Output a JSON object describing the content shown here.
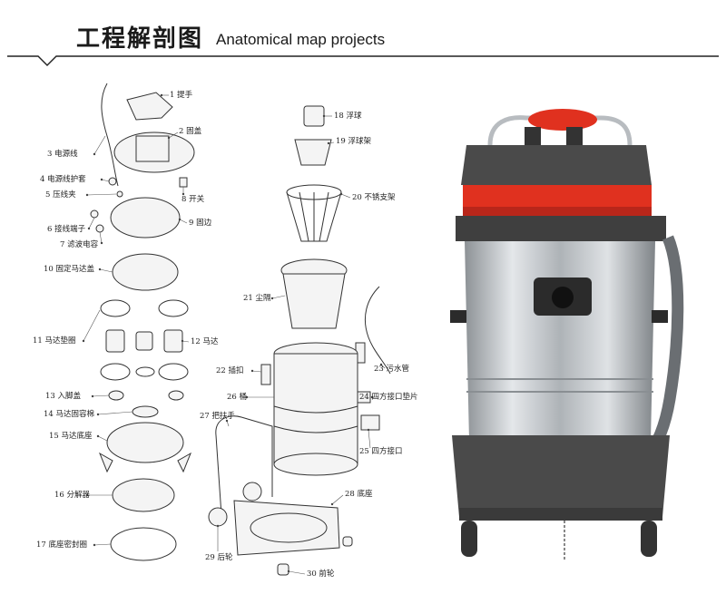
{
  "header": {
    "title_zh": "工程解剖图",
    "title_en": "Anatomical map projects"
  },
  "parts": [
    {
      "id": "p1",
      "label": "1 提手"
    },
    {
      "id": "p2",
      "label": "2 固盖"
    },
    {
      "id": "p3",
      "label": "3 电源线"
    },
    {
      "id": "p4",
      "label": "4 电源线护套"
    },
    {
      "id": "p5",
      "label": "5 压线夹"
    },
    {
      "id": "p6",
      "label": "6 接线端子"
    },
    {
      "id": "p7",
      "label": "7 滤波电容"
    },
    {
      "id": "p8",
      "label": "8 开关"
    },
    {
      "id": "p9",
      "label": "9 固边"
    },
    {
      "id": "p10",
      "label": "10 固定马达盖"
    },
    {
      "id": "p11",
      "label": "11 马达垫圈"
    },
    {
      "id": "p12",
      "label": "12 马达"
    },
    {
      "id": "p13",
      "label": "13 入脚盖"
    },
    {
      "id": "p14",
      "label": "14 马达固容棉"
    },
    {
      "id": "p15",
      "label": "15 马达底座"
    },
    {
      "id": "p16",
      "label": "16 分解器"
    },
    {
      "id": "p17",
      "label": "17 底座密封圈"
    },
    {
      "id": "p18",
      "label": "18 浮球"
    },
    {
      "id": "p19",
      "label": "19 浮球架"
    },
    {
      "id": "p20",
      "label": "20 不锈支架"
    },
    {
      "id": "p21",
      "label": "21 尘隔"
    },
    {
      "id": "p22",
      "label": "22 插扣"
    },
    {
      "id": "p23",
      "label": "23 污水管"
    },
    {
      "id": "p24",
      "label": "24 四方接口垫片"
    },
    {
      "id": "p25",
      "label": "25 四方接口"
    },
    {
      "id": "p26",
      "label": "26 桶"
    },
    {
      "id": "p27",
      "label": "27 把扶手"
    },
    {
      "id": "p28",
      "label": "28 底座"
    },
    {
      "id": "p29",
      "label": "29 后轮"
    },
    {
      "id": "p30",
      "label": "30 前轮"
    }
  ],
  "colors": {
    "accent_red": "#e0311f",
    "body_gray": "#4a4a4a",
    "steel": "#c9cdd1"
  },
  "icons": {
    "product": "vacuum-cleaner-photo"
  }
}
